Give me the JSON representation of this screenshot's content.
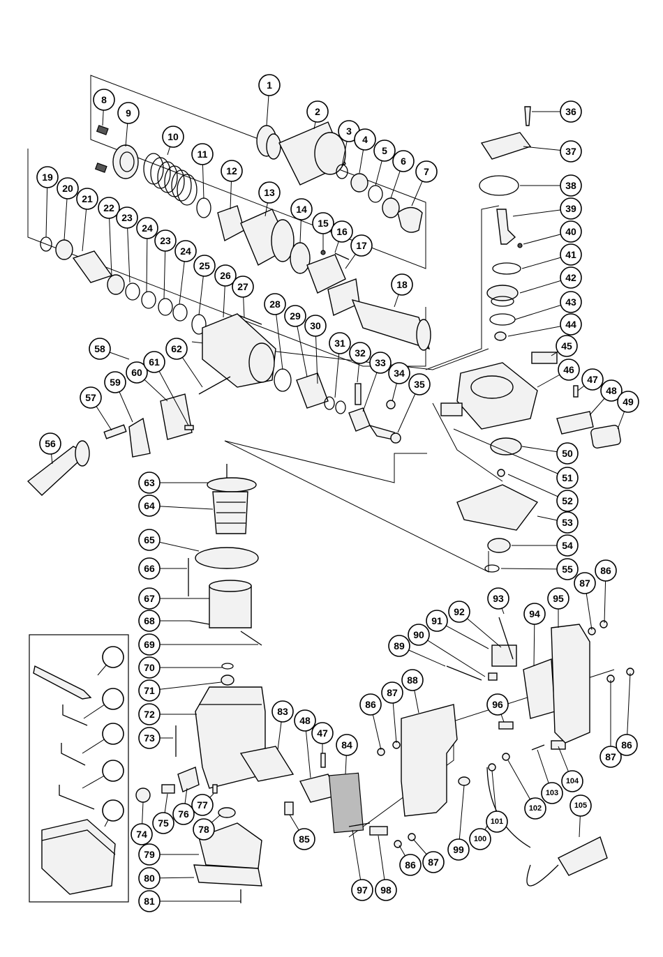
{
  "diagram": {
    "labels": [
      "1",
      "2",
      "3",
      "4",
      "5",
      "6",
      "7",
      "8",
      "9",
      "10",
      "11",
      "12",
      "13",
      "14",
      "15",
      "16",
      "17",
      "18",
      "19",
      "20",
      "21",
      "22",
      "23",
      "24",
      "23",
      "24",
      "25",
      "26",
      "27",
      "28",
      "29",
      "30",
      "31",
      "32",
      "33",
      "34",
      "35",
      "36",
      "37",
      "38",
      "39",
      "40",
      "41",
      "42",
      "43",
      "44",
      "45",
      "46",
      "47",
      "48",
      "49",
      "50",
      "51",
      "52",
      "53",
      "54",
      "55",
      "56",
      "57",
      "58",
      "59",
      "60",
      "61",
      "62",
      "63",
      "64",
      "65",
      "66",
      "67",
      "68",
      "69",
      "70",
      "71",
      "72",
      "73",
      "74",
      "75",
      "76",
      "77",
      "78",
      "79",
      "80",
      "81",
      "83",
      "48",
      "47",
      "84",
      "85",
      "86",
      "87",
      "88",
      "86",
      "87",
      "97",
      "98",
      "99",
      "100",
      "101",
      "102",
      "103",
      "104",
      "105",
      "89",
      "90",
      "91",
      "92",
      "93",
      "94",
      "95",
      "96",
      "87",
      "86",
      "87",
      "86"
    ],
    "accessory_labels": [
      "",
      "",
      "",
      "",
      ""
    ],
    "accessory_icons": [
      "bit-icon",
      "hex-wrench-icon",
      "hex-wrench-icon",
      "hex-wrench-icon",
      "carrying-case-icon"
    ]
  }
}
